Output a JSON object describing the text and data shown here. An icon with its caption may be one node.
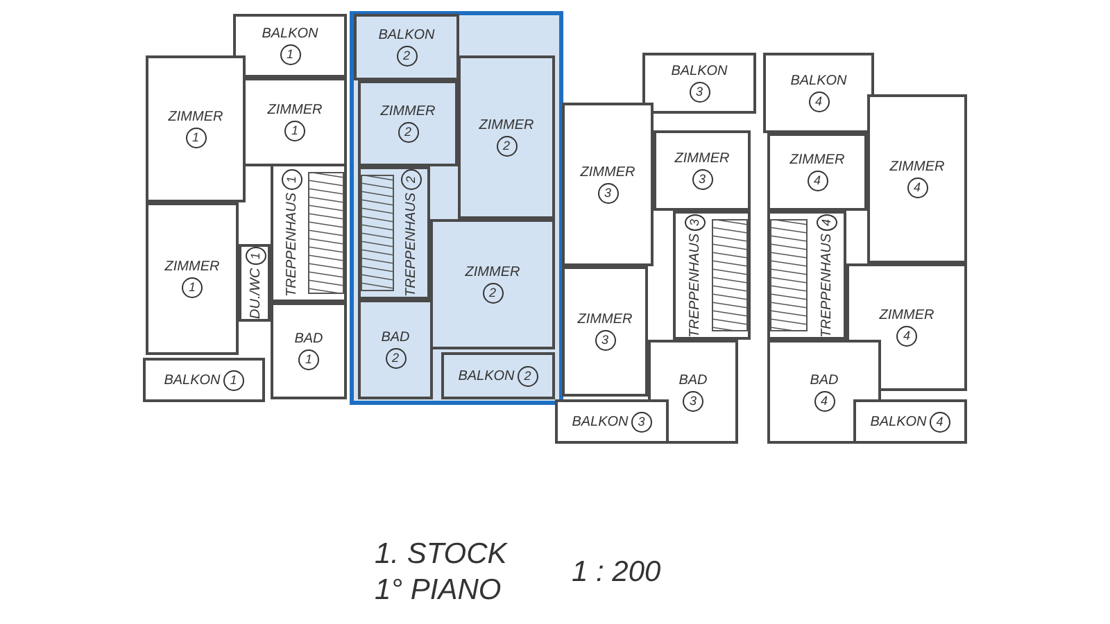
{
  "diagram": {
    "nodes": [
      {
        "text": [
          "BALKON",
          "1"
        ]
      },
      {
        "text": [
          "ZIMMER",
          "1"
        ]
      },
      {
        "text": [
          "ZIMMER",
          "1"
        ]
      },
      {
        "text": [
          "TREPPENHAUS",
          "1"
        ]
      },
      {
        "text": [
          "ZIMMER",
          "1"
        ]
      },
      {
        "text": [
          "DU./WC",
          "1"
        ]
      },
      {
        "text": [
          "BAD",
          "1"
        ]
      },
      {
        "text": [
          "BALKON",
          "1"
        ]
      },
      {
        "text": [],
        "shape": "box"
      },
      {
        "text": [
          "BALKON",
          "2"
        ],
        "in": 8
      },
      {
        "text": [
          "ZIMMER",
          "2"
        ],
        "in": 8
      },
      {
        "text": [
          "ZIMMER",
          "2"
        ],
        "in": 8
      },
      {
        "text": [
          "TREPPENHAUS",
          "2"
        ],
        "in": 8
      },
      {
        "text": [
          "ZIMMER",
          "2"
        ],
        "in": 8
      },
      {
        "text": [
          "BAD",
          "2"
        ],
        "in": 8
      },
      {
        "text": [
          "BALKON",
          "2"
        ],
        "in": 8
      },
      {
        "text": [
          "BALKON",
          "3"
        ]
      },
      {
        "text": [
          "ZIMMER",
          "3"
        ]
      },
      {
        "text": [
          "ZIMMER",
          "3"
        ]
      },
      {
        "text": [
          "TREPPENHAUS",
          "3"
        ]
      },
      {
        "text": [
          "ZIMMER",
          "3"
        ]
      },
      {
        "text": [
          "BAD",
          "3"
        ]
      },
      {
        "text": [
          "BALKON",
          "3"
        ]
      },
      {
        "text": [
          "BALKON",
          "4"
        ]
      },
      {
        "text": [
          "ZIMMER",
          "4"
        ]
      },
      {
        "text": [
          "ZIMMER",
          "4"
        ]
      },
      {
        "text": [
          "TREPPENHAUS",
          "4"
        ]
      },
      {
        "text": [
          "ZIMMER",
          "4"
        ]
      },
      {
        "text": [
          "BAD",
          "4"
        ]
      },
      {
        "text": [
          "BALKON",
          "4"
        ]
      }
    ],
    "edges": [],
    "labels": [
      "1. STOCK",
      "1° PIANO",
      "1 : 200"
    ]
  }
}
